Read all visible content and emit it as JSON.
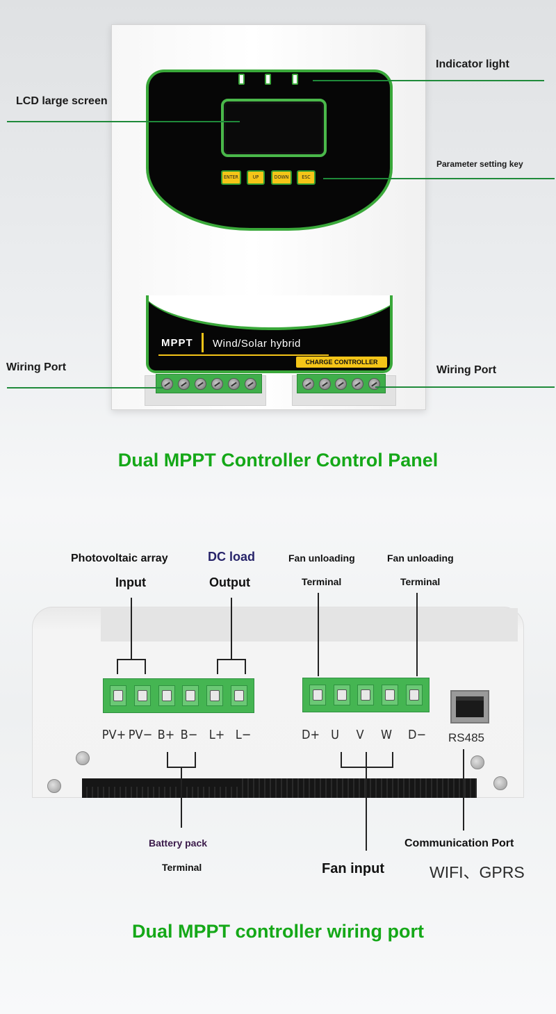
{
  "panel_front": {
    "keys": [
      "ENTER",
      "UP",
      "DOWN",
      "ESC"
    ],
    "nameplate": {
      "brand": "MPPT",
      "subtitle": "Wind/Solar hybrid",
      "badge": "CHARGE CONTROLLER"
    },
    "callouts": {
      "indicator": "Indicator light",
      "lcd": "LCD large screen",
      "keys": "Parameter setting key",
      "wiring_left": "Wiring Port",
      "wiring_right": "Wiring Port"
    },
    "title": "Dual MPPT Controller Control Panel"
  },
  "panel_wiring": {
    "labels": {
      "pv_top": "Photovoltaic array",
      "pv_bottom": "Input",
      "dc_top": "DC load",
      "dc_bottom": "Output",
      "fan1_top": "Fan unloading",
      "fan1_bottom": "Terminal",
      "fan2_top": "Fan unloading",
      "fan2_bottom": "Terminal",
      "battery_top": "Battery pack",
      "battery_bottom": "Terminal",
      "fan_input": "Fan input",
      "comm_top": "Communication Port",
      "comm_bottom": "WIFI、GPRS"
    },
    "left_terminals": [
      "PV+",
      "PV−",
      "B+",
      "B−",
      "L+",
      "L−"
    ],
    "right_terminals": [
      "D+",
      "U",
      "V",
      "W",
      "D−"
    ],
    "port_label": "RS485",
    "title": "Dual MPPT controller wiring port"
  },
  "colors": {
    "accent_green": "#15a818",
    "bezel_green": "#3aa83a",
    "key_yellow": "#f5c518",
    "terminal_green": "#45b552"
  }
}
